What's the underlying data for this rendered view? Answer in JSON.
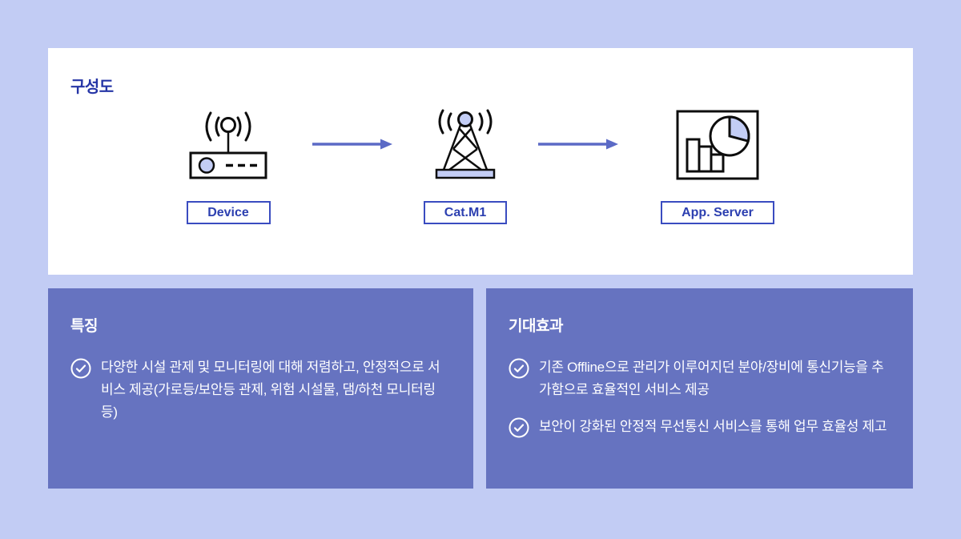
{
  "diagram": {
    "title": "구성도",
    "nodes": [
      {
        "label": "Device",
        "icon": "iot-device-icon"
      },
      {
        "label": "Cat.M1",
        "icon": "cell-tower-icon"
      },
      {
        "label": "App. Server",
        "icon": "app-server-chart-icon"
      }
    ]
  },
  "features": {
    "title": "특징",
    "items": [
      "다양한 시설 관제 및 모니터링에 대해 저렴하고, 안정적으로 서비스 제공(가로등/보안등 관제, 위험 시설물, 댐/하천 모니터링 등)"
    ]
  },
  "effects": {
    "title": "기대효과",
    "items": [
      "기존 Offline으로 관리가 이루어지던 분야/장비에 통신기능을 추가함으로 효율적인 서비스 제공",
      "보안이 강화된 안정적 무선통신 서비스를 통해 업무 효율성 제고"
    ]
  },
  "colors": {
    "page_background": "#c2ccf4",
    "panel_background": "#ffffff",
    "card_background": "#6673c0",
    "title_text": "#2535a6",
    "label_text": "#2c3fb0",
    "label_border": "#3a4cc0",
    "arrow": "#5b6ac6",
    "icon_accent_fill": "#c3cdf5",
    "icon_outline": "#0d0d0d",
    "card_text": "#ffffff"
  }
}
